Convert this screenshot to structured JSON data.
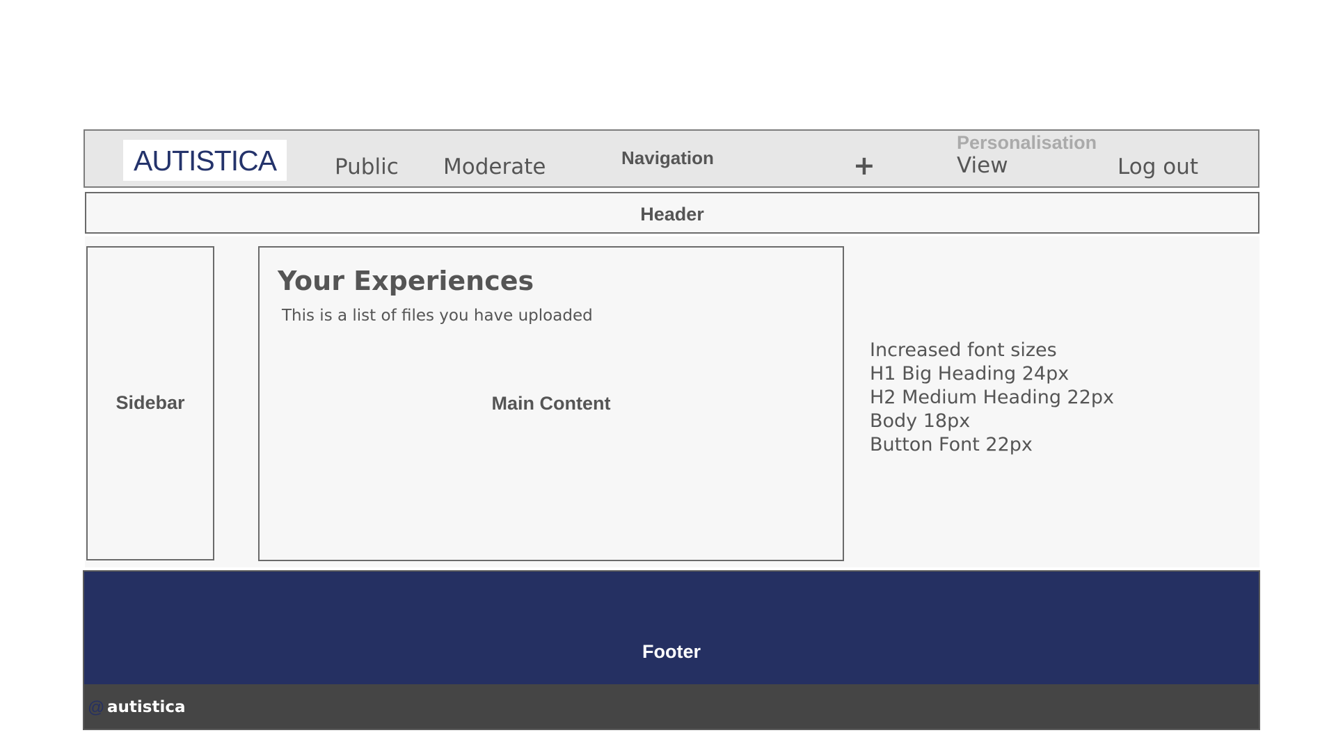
{
  "navbar": {
    "logo_text": "AUTISTICA",
    "links": {
      "public": "Public",
      "moderate": "Moderate",
      "plus": "+",
      "view": "View",
      "logout": "Log out"
    },
    "annotation": "Navigation",
    "personalisation_note": "Personalisation"
  },
  "header": {
    "label": "Header"
  },
  "sidebar": {
    "label": "Sidebar"
  },
  "main": {
    "title": "Your Experiences",
    "subtitle": "This is a list of files you have uploaded",
    "label": "Main Content"
  },
  "notes": {
    "lines": [
      "Increased font sizes",
      "H1 Big Heading 24px",
      "H2 Medium Heading 22px",
      "Body 18px",
      "Button Font 22px"
    ]
  },
  "footer": {
    "label": "Footer",
    "social_icon": "@",
    "social_handle": "autistica"
  },
  "colors": {
    "brand_navy": "#253062",
    "nav_background": "#e7e7e7",
    "panel_background": "#f7f7f7",
    "bottom_bar": "#454545"
  }
}
